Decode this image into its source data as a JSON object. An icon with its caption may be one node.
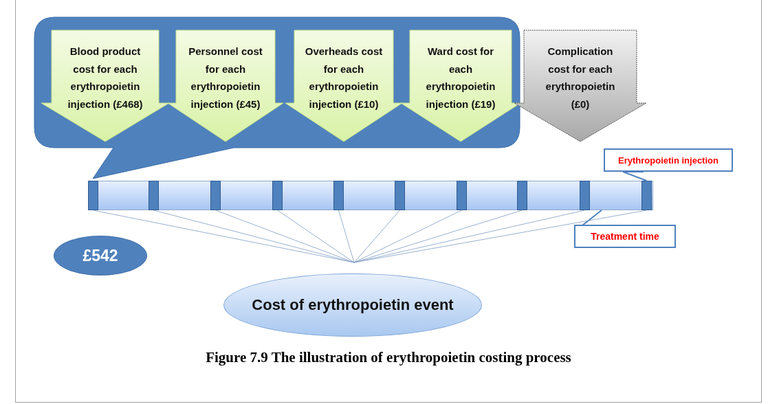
{
  "diagram": {
    "caption": "Figure 7.9 The illustration of erythropoietin costing process",
    "nodes": [
      {
        "text": [],
        "shape": "callout"
      },
      {
        "text": [
          "Blood product cost for each erythropoietin injection (£468)"
        ],
        "in": 0
      },
      {
        "text": [
          "Personnel cost for each erythropoietin injection (£45)"
        ],
        "in": 0
      },
      {
        "text": [
          "Overheads cost for each erythropoietin injection (£10)"
        ],
        "in": 0
      },
      {
        "text": [
          "Ward cost for each erythropoietin injection (£19)"
        ],
        "in": 0
      },
      {
        "text": [
          "Complication cost for each erythropoietin (£0)"
        ]
      },
      {
        "text": [
          "Erythropoietin injection"
        ]
      },
      {
        "text": [],
        "shape": "bar"
      },
      {
        "text": [],
        "shape": "bar",
        "in": 7
      },
      {
        "text": [],
        "shape": "bar",
        "in": 7
      },
      {
        "text": [],
        "shape": "bar",
        "in": 7
      },
      {
        "text": [],
        "shape": "bar",
        "in": 7
      },
      {
        "text": [],
        "shape": "bar",
        "in": 7
      },
      {
        "text": [],
        "shape": "bar",
        "in": 7
      },
      {
        "text": [],
        "shape": "bar",
        "in": 7
      },
      {
        "text": [],
        "shape": "bar",
        "in": 7
      },
      {
        "text": [],
        "shape": "bar",
        "in": 7
      },
      {
        "text": [],
        "shape": "bar",
        "in": 7
      },
      {
        "text": [
          "Treatment time"
        ]
      },
      {
        "text": [
          "£542"
        ]
      },
      {
        "text": [
          "Cost of erythropoietin event"
        ]
      }
    ],
    "edges": [
      {
        "from": 6,
        "to": 17,
        "arrow": "none"
      },
      {
        "from": 18,
        "to": 7,
        "arrow": "none"
      },
      {
        "from": 8,
        "to": null,
        "arrow": "none"
      },
      {
        "from": 9,
        "to": null,
        "arrow": "none"
      },
      {
        "from": 10,
        "to": null,
        "arrow": "none"
      },
      {
        "from": 11,
        "to": null,
        "arrow": "none"
      },
      {
        "from": 12,
        "to": null,
        "arrow": "none"
      },
      {
        "from": 13,
        "to": null,
        "arrow": "none"
      },
      {
        "from": 14,
        "to": null,
        "arrow": "none"
      },
      {
        "from": 15,
        "to": null,
        "arrow": "none"
      },
      {
        "from": 16,
        "to": null,
        "arrow": "none"
      },
      {
        "from": 17,
        "to": null,
        "arrow": "none"
      }
    ]
  }
}
